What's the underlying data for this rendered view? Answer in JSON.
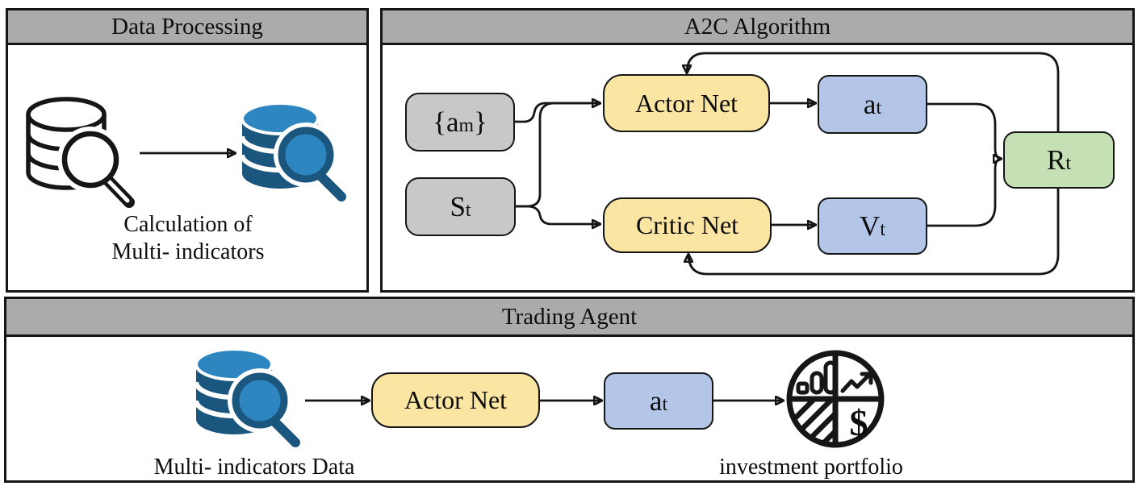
{
  "colors": {
    "header_fill": "#ABABAB",
    "border_black": "#151515",
    "node_yellow": "#FBE5A3",
    "node_blue": "#B4C6E7",
    "node_green": "#C5E0B4",
    "node_gray": "#C8C8C8",
    "db_blue_light": "#2E86C1",
    "db_blue_dark": "#1A567E"
  },
  "panels": {
    "data_processing": {
      "title": "Data Processing",
      "caption": {
        "line1": "Calculation of",
        "line2": "Multi- indicators"
      },
      "icons": {
        "source": "database-search-outline-icon",
        "result": "database-search-blue-icon"
      }
    },
    "a2c": {
      "title": "A2C Algorithm",
      "nodes": {
        "am": {
          "pre": "{a",
          "sub": "m",
          "post": "}"
        },
        "st": {
          "pre": "S",
          "sub": "t",
          "post": ""
        },
        "actor": {
          "pre": "Actor Net",
          "sub": "",
          "post": ""
        },
        "critic": {
          "pre": "Critic Net",
          "sub": "",
          "post": ""
        },
        "at": {
          "pre": "a",
          "sub": "t",
          "post": ""
        },
        "vt": {
          "pre": "V",
          "sub": "t",
          "post": ""
        },
        "rt": {
          "pre": "R",
          "sub": "t",
          "post": ""
        }
      }
    },
    "trading": {
      "title": "Trading Agent",
      "nodes": {
        "actor": {
          "pre": "Actor Net",
          "sub": "",
          "post": ""
        },
        "at": {
          "pre": "a",
          "sub": "t",
          "post": ""
        }
      },
      "db_caption": "Multi- indicators Data",
      "portfolio_caption": "investment portfolio",
      "portfolio_dollar": "$",
      "icons": {
        "source": "database-search-blue-icon",
        "result": "portfolio-pie-icon"
      }
    }
  },
  "edges": [
    {
      "from": "{am}",
      "to": "Actor Net"
    },
    {
      "from": "St",
      "to": "Actor Net"
    },
    {
      "from": "St",
      "to": "Critic Net"
    },
    {
      "from": "Actor Net",
      "to": "at"
    },
    {
      "from": "Critic Net",
      "to": "Vt"
    },
    {
      "from": "at",
      "to": "Rt"
    },
    {
      "from": "Vt",
      "to": "Rt"
    },
    {
      "from": "Rt",
      "to": "Actor Net",
      "type": "feedback"
    },
    {
      "from": "Rt",
      "to": "Critic Net",
      "type": "feedback"
    },
    {
      "from": "raw data",
      "to": "processed data",
      "panel": "data_processing"
    },
    {
      "from": "Multi- indicators Data",
      "to": "Actor Net",
      "panel": "trading"
    },
    {
      "from": "Actor Net",
      "to": "at",
      "panel": "trading"
    },
    {
      "from": "at",
      "to": "investment portfolio",
      "panel": "trading"
    }
  ]
}
